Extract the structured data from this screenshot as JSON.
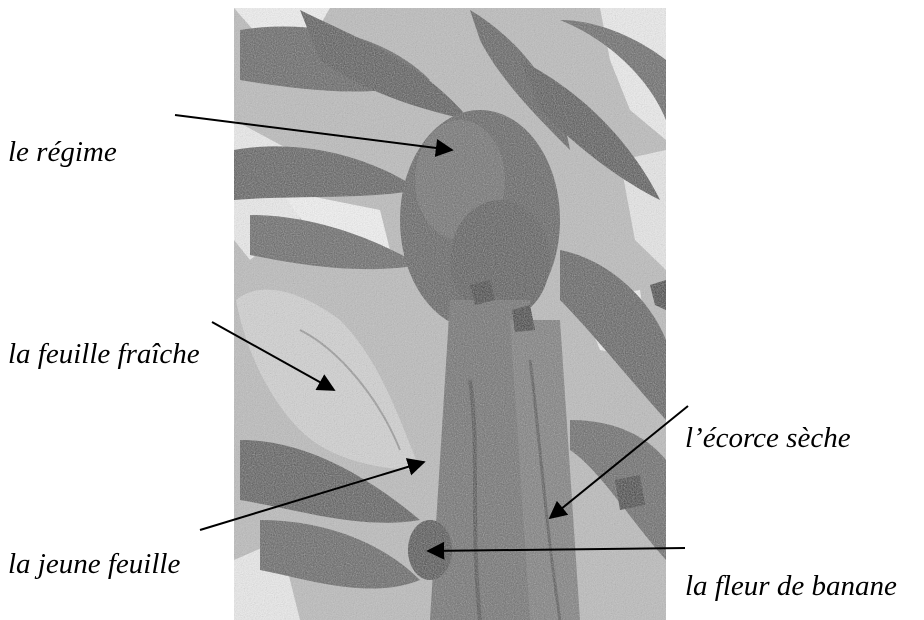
{
  "labels": {
    "regime": "le régime",
    "feuille_fraiche": "la feuille fraîche",
    "ecorce_seche": "l’écorce sèche",
    "jeune_feuille": "la jeune feuille",
    "fleur_de_banane": "la fleur de banane"
  },
  "colors": {
    "background": "#ffffff",
    "label_text": "#000000",
    "arrow": "#000000",
    "photo_light": "#d8d8d8",
    "photo_mid": "#8a8a8a",
    "photo_dark": "#4a4a4a"
  }
}
